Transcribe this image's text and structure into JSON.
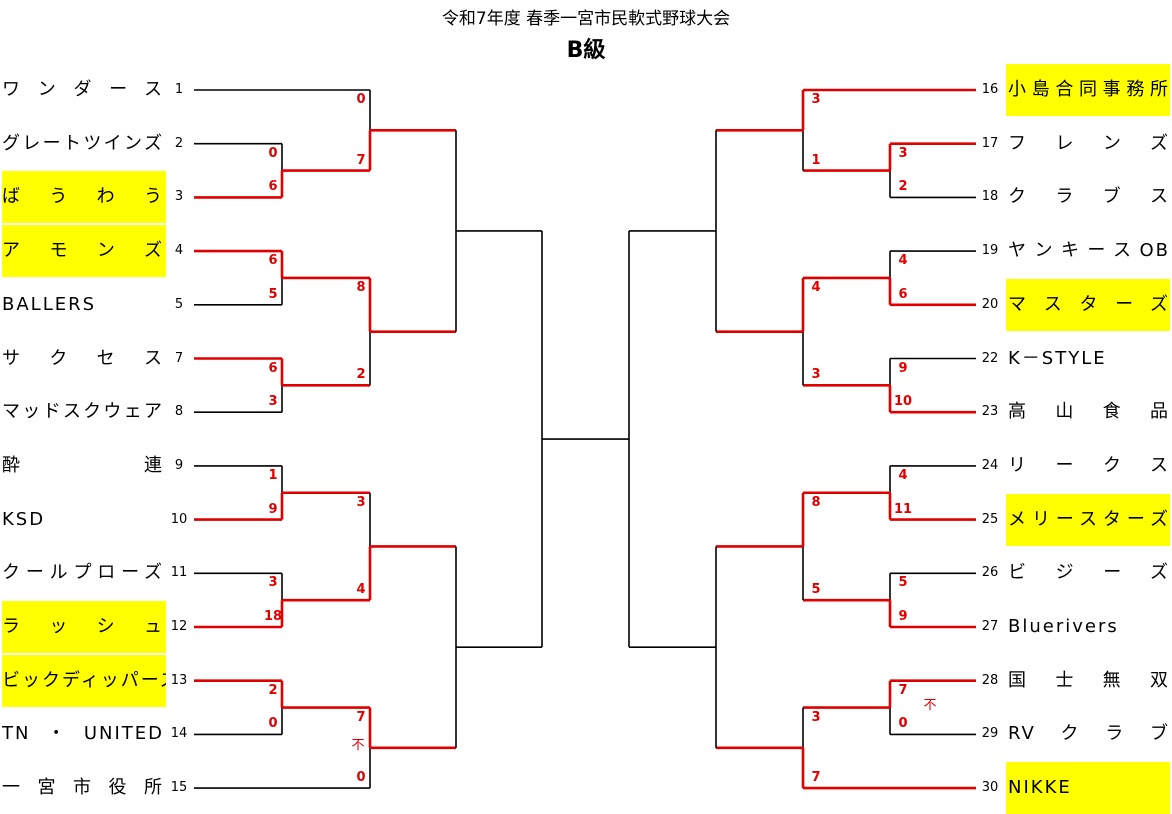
{
  "title": "令和7年度  春季一宮市民軟式野球大会",
  "subtitle": "B級",
  "colors": {
    "winner_line": "#e00000",
    "line": "#000000",
    "highlight": "#ffff00"
  },
  "left_teams": [
    {
      "name": "ワンダース",
      "num": "1",
      "hl": false
    },
    {
      "name": "グレートツインズ",
      "num": "2",
      "hl": false
    },
    {
      "name": "ばうわう",
      "num": "3",
      "hl": true
    },
    {
      "name": "アモンズ",
      "num": "4",
      "hl": true
    },
    {
      "name": "BALLERS",
      "num": "5",
      "hl": false
    },
    {
      "name": "サクセス",
      "num": "7",
      "hl": false
    },
    {
      "name": "マッドスクウェア",
      "num": "8",
      "hl": false
    },
    {
      "name": "酔連",
      "num": "9",
      "hl": false
    },
    {
      "name": "KSD",
      "num": "10",
      "hl": false
    },
    {
      "name": "クールプローズ",
      "num": "11",
      "hl": false
    },
    {
      "name": "ラッシュ",
      "num": "12",
      "hl": true
    },
    {
      "name": "ビックディッパーズ",
      "num": "13",
      "hl": true
    },
    {
      "name": "TN・UNITED",
      "num": "14",
      "hl": false
    },
    {
      "name": "一宮市役所",
      "num": "15",
      "hl": false
    }
  ],
  "right_teams": [
    {
      "name": "小島合同事務所",
      "num": "16",
      "hl": true
    },
    {
      "name": "フレンズ",
      "num": "17",
      "hl": false
    },
    {
      "name": "クラブス",
      "num": "18",
      "hl": false
    },
    {
      "name": "ヤンキースOB",
      "num": "19",
      "hl": false
    },
    {
      "name": "マスターズ",
      "num": "20",
      "hl": true
    },
    {
      "name": "K－STYLE",
      "num": "22",
      "hl": false
    },
    {
      "name": "高山食品",
      "num": "23",
      "hl": false
    },
    {
      "name": "リークス",
      "num": "24",
      "hl": false
    },
    {
      "name": "メリースターズ",
      "num": "25",
      "hl": true
    },
    {
      "name": "ビジーズ",
      "num": "26",
      "hl": false
    },
    {
      "name": "Bluerivers",
      "num": "27",
      "hl": false
    },
    {
      "name": "国士無双",
      "num": "28",
      "hl": false
    },
    {
      "name": "RVクラブ",
      "num": "29",
      "hl": false
    },
    {
      "name": "NIKKE",
      "num": "30",
      "hl": true
    }
  ],
  "scores": {
    "L_2v3": [
      "0",
      "6"
    ],
    "L_4v5": [
      "6",
      "5"
    ],
    "L_7v8": [
      "6",
      "3"
    ],
    "L_9v10": [
      "1",
      "9"
    ],
    "L_11v12": [
      "3",
      "18"
    ],
    "L_13v14": [
      "2",
      "0"
    ],
    "L_1vW23": [
      "0",
      "7"
    ],
    "L_W45vW78": [
      "8",
      "2"
    ],
    "L_W910vW1112": [
      "3",
      "4"
    ],
    "L_W1314v15": [
      "7",
      "0"
    ],
    "L_W1314v15_mark": "不",
    "R_17v18": [
      "3",
      "2"
    ],
    "R_19v20": [
      "4",
      "6"
    ],
    "R_22v23": [
      "9",
      "10"
    ],
    "R_24v25": [
      "4",
      "11"
    ],
    "R_26v27": [
      "5",
      "9"
    ],
    "R_28v29": [
      "7",
      "0"
    ],
    "R_28v29_mark": "不",
    "R_16vW1718": [
      "3",
      "1"
    ],
    "R_W1920vW2223": [
      "4",
      "3"
    ],
    "R_W2425vW2627": [
      "8",
      "5"
    ],
    "R_W2829v30": [
      "3",
      "7"
    ]
  }
}
